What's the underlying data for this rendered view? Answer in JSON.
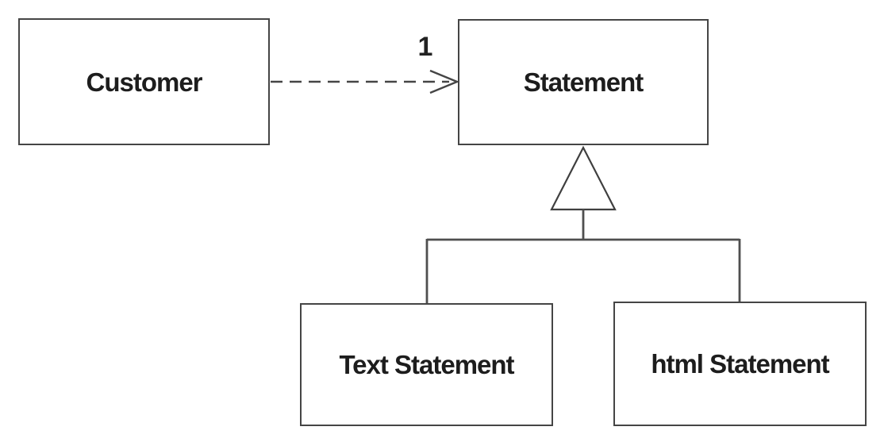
{
  "diagram": {
    "type": "uml-class-diagram",
    "classes": [
      {
        "id": "customer",
        "label": "Customer"
      },
      {
        "id": "statement",
        "label": "Statement"
      },
      {
        "id": "text-statement",
        "label": "Text Statement"
      },
      {
        "id": "html-statement",
        "label": "html Statement"
      }
    ],
    "relationships": [
      {
        "type": "dependency",
        "from": "Customer",
        "to": "Statement",
        "multiplicity": "1",
        "style": "dashed-line-open-arrowhead"
      },
      {
        "type": "generalization",
        "parent": "Statement",
        "children": [
          "Text Statement",
          "html Statement"
        ],
        "style": "hollow-triangle"
      }
    ],
    "colors": {
      "background": "#ffffff",
      "line": "#454545",
      "connector": "#4f4f4f",
      "text": "#1d1d1d"
    }
  }
}
